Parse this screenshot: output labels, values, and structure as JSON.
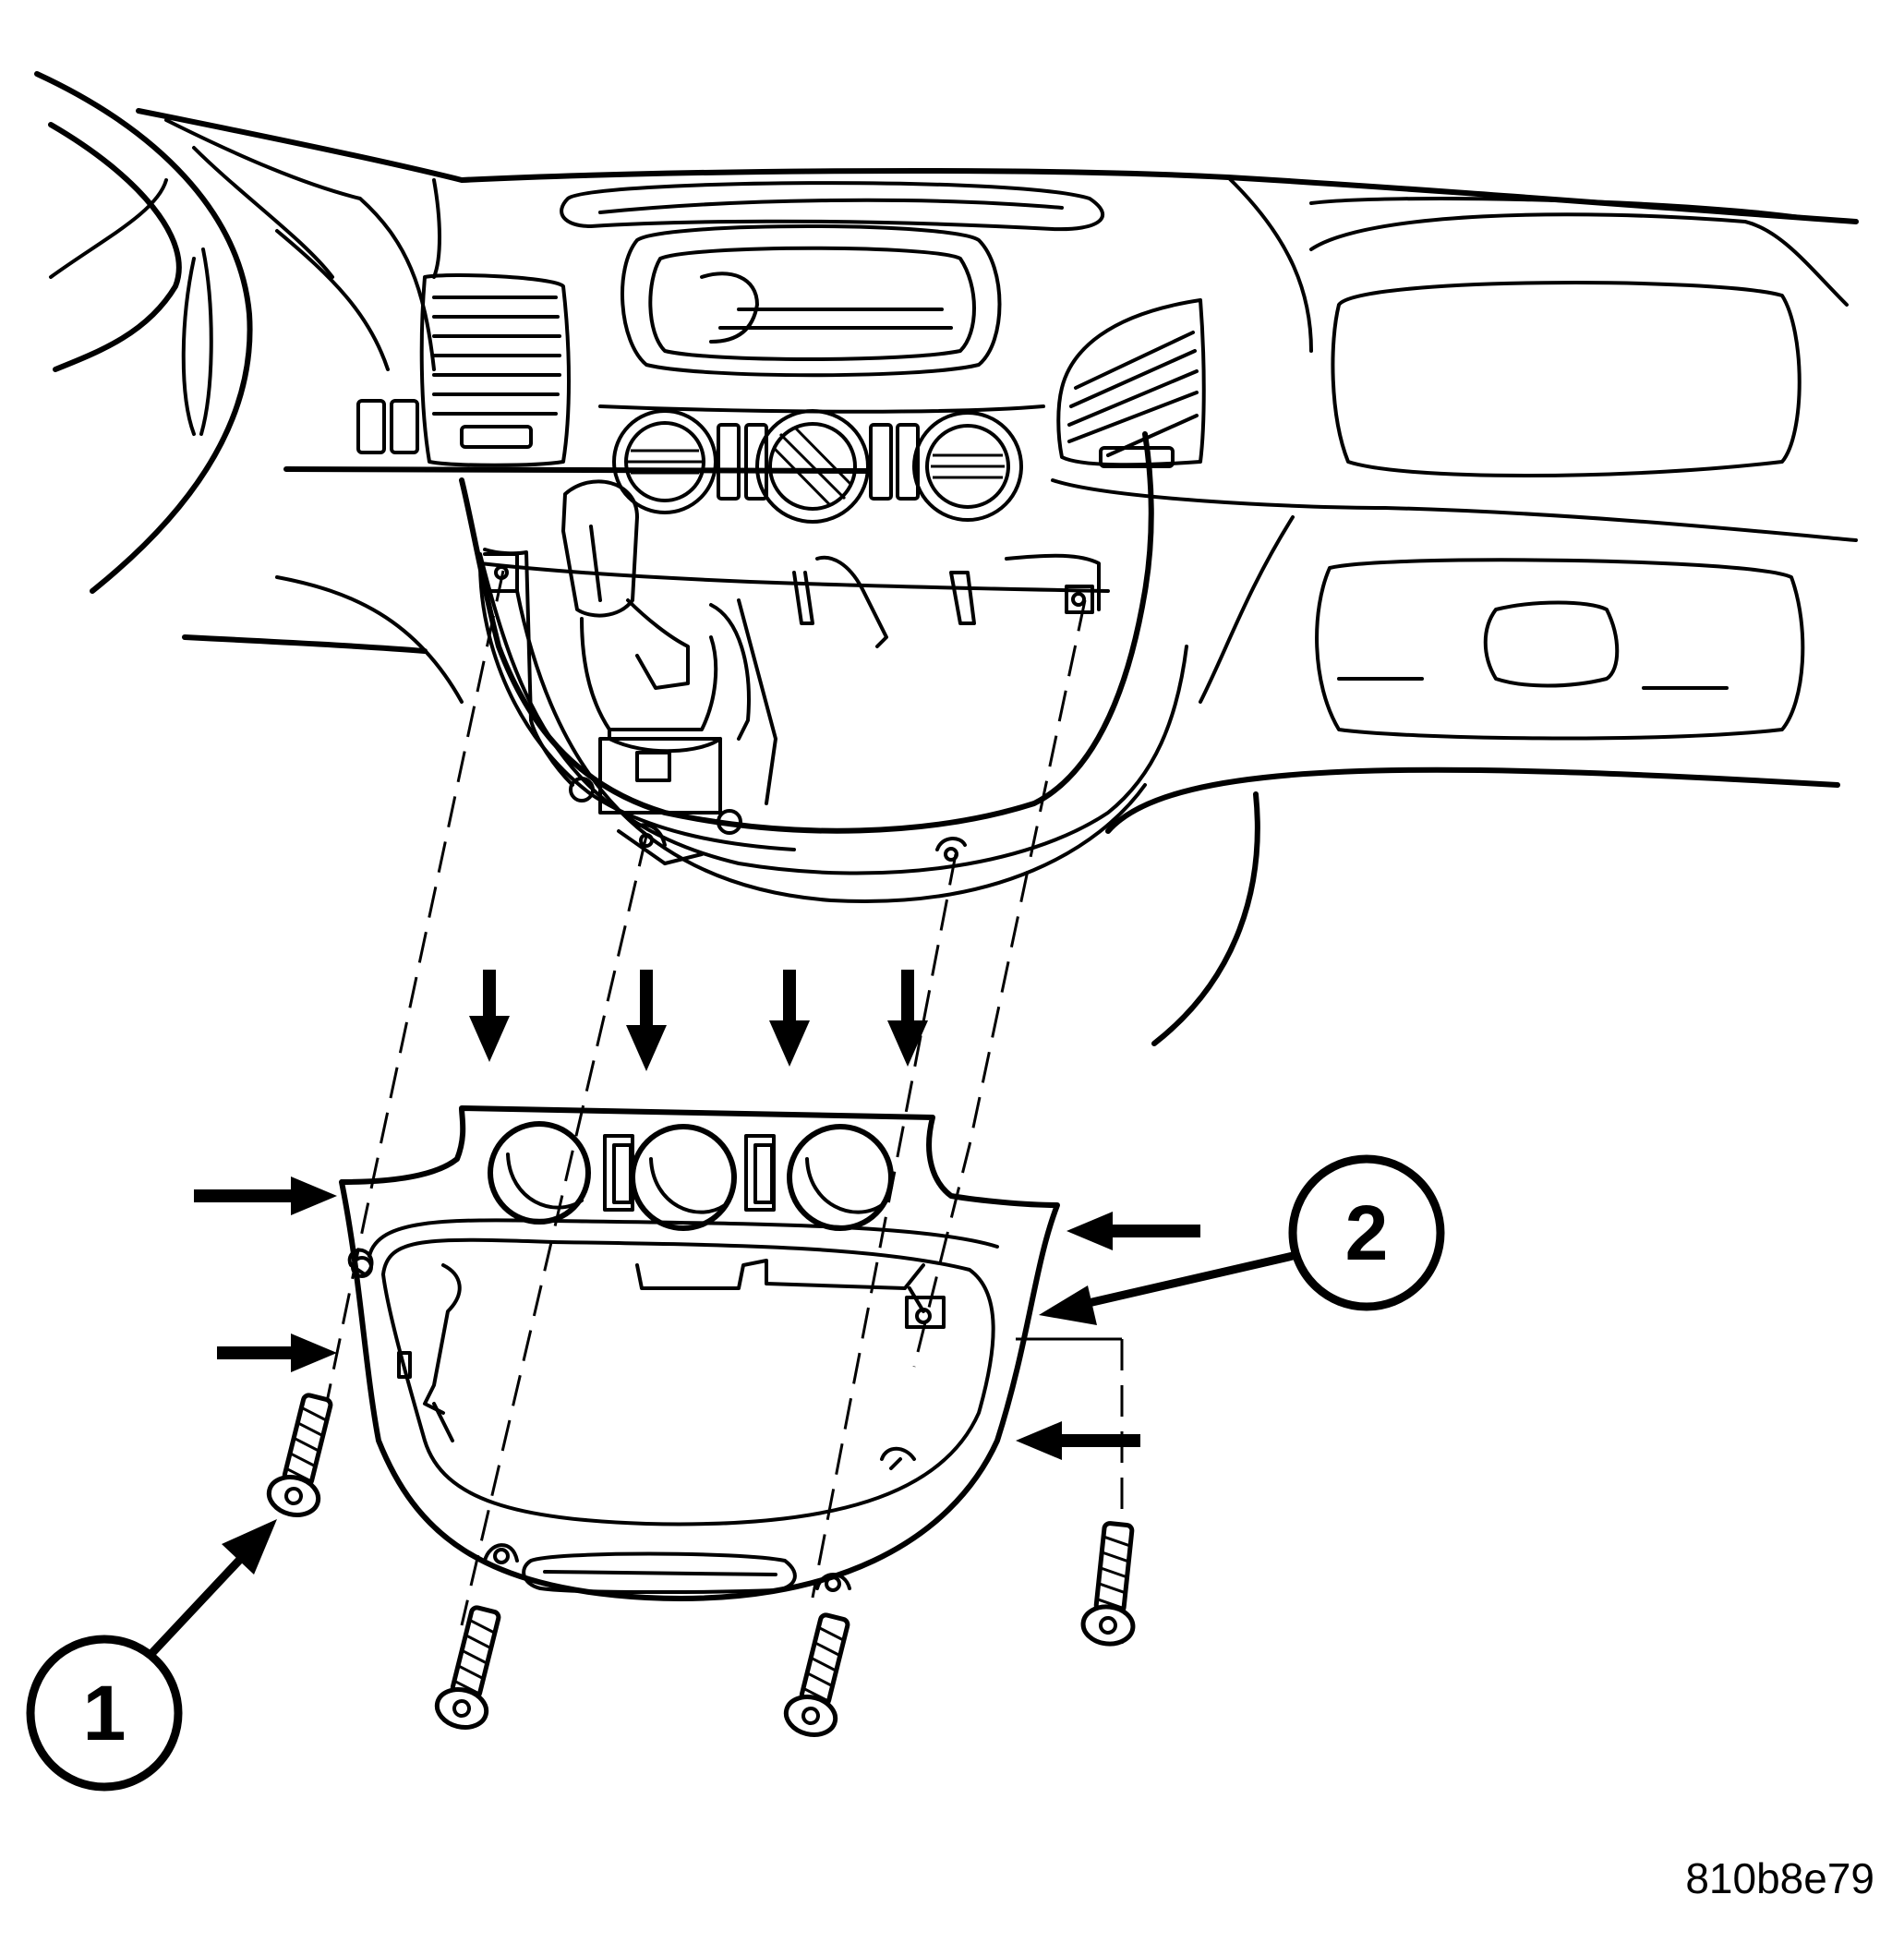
{
  "callouts": [
    {
      "label": "1",
      "part": "screw"
    },
    {
      "label": "2",
      "part": "bezel"
    }
  ],
  "figure_id": "810b8e79",
  "icons": {
    "arrow": "arrow-icon",
    "screw": "screw-icon"
  },
  "colors": {
    "line": "#000000",
    "background": "#ffffff"
  }
}
